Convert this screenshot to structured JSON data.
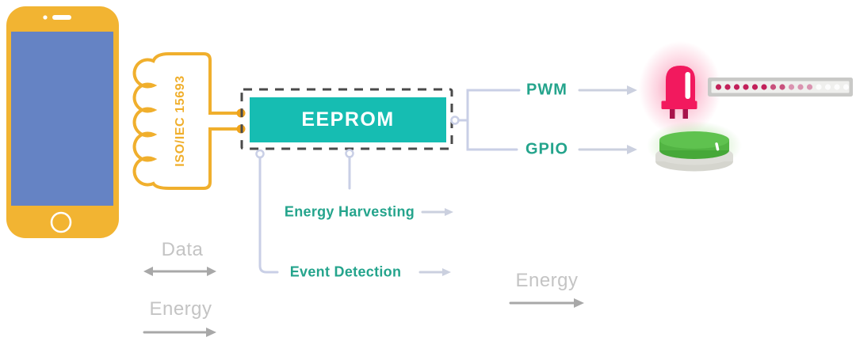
{
  "colors": {
    "phone_body": "#F2B432",
    "phone_screen": "#6583C4",
    "antenna_yellow": "#F0AF2D",
    "terminal_orange": "#F0A41C",
    "eeprom_teal": "#16BDB2",
    "eeprom_text": "#FFFFFF",
    "dashed_border_gray": "#4A4A4A",
    "signal_line_lavender": "#CBD1E8",
    "teal_label": "#24A48C",
    "muted_text_gray": "#C4C4C4",
    "flow_arrow_gray": "#A8A8A8",
    "led_pink": "#F2195E",
    "button_green": "#52B443"
  },
  "antenna": {
    "label": "ISO/IEC 15693"
  },
  "chip": {
    "label": "EEPROM"
  },
  "outputs": [
    {
      "label": "PWM"
    },
    {
      "label": "GPIO"
    }
  ],
  "features": [
    {
      "label": "Energy Harvesting"
    },
    {
      "label": "Event Detection"
    }
  ],
  "flows": {
    "data": {
      "label": "Data",
      "direction": "bidirectional"
    },
    "energy_left": {
      "label": "Energy",
      "direction": "right"
    },
    "energy_right": {
      "label": "Energy",
      "direction": "right"
    }
  },
  "led_strip": {
    "dot_colors": [
      "#C2215A",
      "#C2215A",
      "#C2215A",
      "#C2215A",
      "#C2215A",
      "#C2215A",
      "#C8507C",
      "#C8507C",
      "#DA93B0",
      "#DA93B0",
      "#DA93B0",
      "#FCFCFC",
      "#FCFCFC",
      "#FCFCFC",
      "#FCFCFC"
    ]
  }
}
